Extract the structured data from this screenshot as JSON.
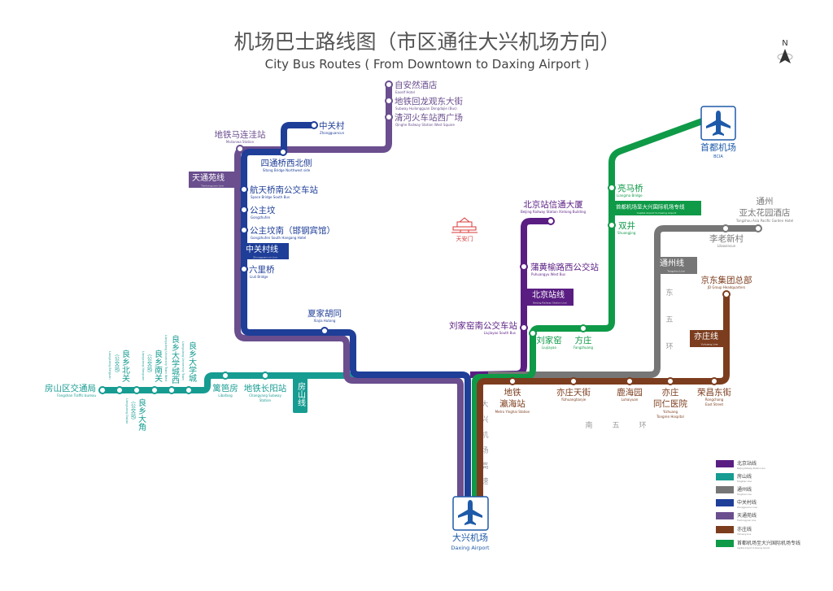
{
  "title": {
    "zh": "机场巴士路线图（市区通往大兴机场方向）",
    "en": "City Bus Routes ( From Downtown to Daxing Airport )"
  },
  "north": "N",
  "lines": {
    "beijingzhan": {
      "zh": "北京站线",
      "en": "Beijing Railway Station Line",
      "color": "#5a1e83"
    },
    "fangshan": {
      "zh": "房山线",
      "en": "Fangshan Line",
      "color": "#179c92"
    },
    "tongzhou": {
      "zh": "通州线",
      "en": "Tongzhou Line",
      "color": "#767676"
    },
    "zhongguancun": {
      "zh": "中关村线",
      "en": "Zhongguancun Line",
      "color": "#1e3e98"
    },
    "tiantongyuan": {
      "zh": "天通苑线",
      "en": "Tiantongyuan Line",
      "color": "#6a4e8e"
    },
    "yizhuang": {
      "zh": "亦庄线",
      "en": "Yizhuang Line",
      "color": "#7c3d1e"
    },
    "airport": {
      "zh": "首都机场至大兴国际机场专线",
      "en": "Capital Airport to Daxing Airport",
      "color": "#0f9a48"
    }
  },
  "stations": {
    "zianran": {
      "zh": "自安然酒店",
      "en": "Eaself Hotel"
    },
    "huilongguan": {
      "zh": "地铁回龙观东大街",
      "en": "Subway Huilongguan Dongdajie (Bus)"
    },
    "qinghe": {
      "zh": "清河火车站西广场",
      "en": "Qinghe Railway Station West Square"
    },
    "zhongguancun": {
      "zh": "中关村",
      "en": "Zhongguancun"
    },
    "malianwa": {
      "zh": "地铁马连洼站",
      "en": "Malianwa Station"
    },
    "sitong": {
      "zh": "四通桥西北侧",
      "en": "Sitong Bridge Northwest side"
    },
    "hangtian": {
      "zh": "航天桥南公交车站",
      "en": "Space Bridge South Bus"
    },
    "gongzhufen": {
      "zh": "公主坟",
      "en": "Gongzhufen"
    },
    "gongzhufennan": {
      "zh": "公主坟南（邯钢宾馆）",
      "en": "Gongzhufen South Hangang Hotel"
    },
    "liuli": {
      "zh": "六里桥",
      "en": "Liuli Bridge"
    },
    "xiajia": {
      "zh": "夏家胡同",
      "en": "Xiajia Hutong"
    },
    "fangshanjt": {
      "zh": "房山区交通局",
      "en": "Fangshan Traffic bureau"
    },
    "beiguan": {
      "zh": "良乡北关",
      "sub": "（公交站）",
      "en": "Liangxiang Beiguan"
    },
    "dajiao": {
      "zh": "良乡大角",
      "sub": "（公交站）",
      "en": "Liangxiang Dajiao"
    },
    "nanguan": {
      "zh": "良乡南关",
      "sub": "（公交站）",
      "en": "Liangxiang Nanguan"
    },
    "daxuechengxi": {
      "zh": "良乡大学城西",
      "en": "Liangxiang University Town West"
    },
    "daxuecheng": {
      "zh": "良乡大学城",
      "en": "Liangxiang University Town"
    },
    "libafang": {
      "zh": "篱笆房",
      "en": "Libafang"
    },
    "changyang": {
      "zh": "地铁长阳站",
      "en": "Changyang Subway",
      "en2": "Station"
    },
    "xintong": {
      "zh": "北京站信通大厦",
      "en": "Beijing Railway Station Xintong Building"
    },
    "puhuangyu": {
      "zh": "蒲黄榆路西公交站",
      "en": "Puhuangyu West Bus"
    },
    "liujiayaonan": {
      "zh": "刘家窑南公交车站",
      "en": "Liujiayao South Bus"
    },
    "liujiayao": {
      "zh": "刘家窑",
      "en": "Liujiayao"
    },
    "fangzhuang": {
      "zh": "方庄",
      "en": "Fangzhuang"
    },
    "liangma": {
      "zh": "亮马桥",
      "en": "Liangma Bridge"
    },
    "shuangjing": {
      "zh": "双井",
      "en": "Shuangjing"
    },
    "yatai": {
      "zh": "通州",
      "zh2": "亚太花园酒店",
      "en": "Tongzhou Asia Pacific Garden Hotel"
    },
    "lilao": {
      "zh": "李老新村",
      "en": "Lilaoxincun"
    },
    "jd": {
      "zh": "京东集团总部",
      "en": "JD Group Headquarters"
    },
    "yinghai": {
      "zh": "地铁",
      "zh2": "瀛海站",
      "en": "Metro Yinghai Station"
    },
    "tianjie": {
      "zh": "亦庄天街",
      "en": "Yizhuangtianjie"
    },
    "luhaiyuan": {
      "zh": "鹿海园",
      "en": "Luhaiyuan"
    },
    "tongren": {
      "zh": "亦庄",
      "zh2": "同仁医院",
      "en": "Yizhuang",
      "en2": "Tongren Hospital"
    },
    "rongchang": {
      "zh": "荣昌东街",
      "en": "Rongchang",
      "en2": "East Street"
    }
  },
  "airports": {
    "capital": {
      "zh": "首都机场",
      "en": "BCIA",
      "icon": "airplane-icon"
    },
    "daxing": {
      "zh": "大兴机场",
      "en": "Daxing Airport",
      "icon": "airplane-icon"
    }
  },
  "landmark": {
    "zh": "天安门",
    "icon": "tiananmen-icon"
  },
  "roads": {
    "east5": [
      "东",
      "五",
      "环"
    ],
    "south5": [
      "南",
      "五",
      "环"
    ],
    "expressway": [
      "大",
      "兴",
      "机",
      "场",
      "高",
      "速"
    ]
  }
}
